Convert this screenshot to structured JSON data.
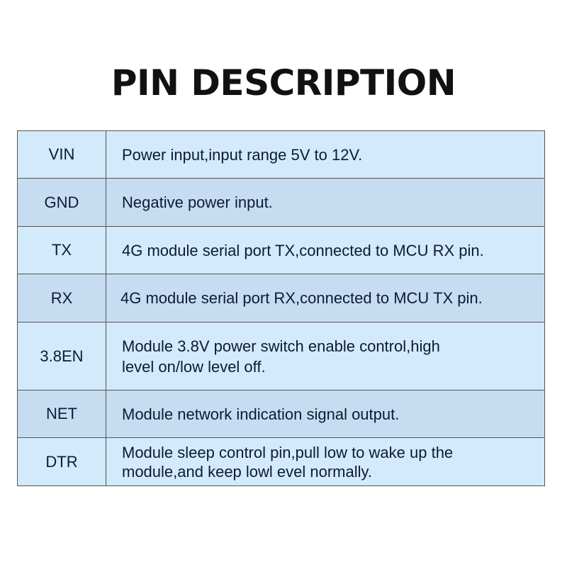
{
  "title": "PIN DESCRIPTION",
  "rows": [
    {
      "pin": "VIN",
      "desc": "Power input,input range 5V to 12V."
    },
    {
      "pin": "GND",
      "desc": "Negative power input."
    },
    {
      "pin": "TX",
      "desc": "4G module serial port TX,connected to MCU RX pin."
    },
    {
      "pin": "RX",
      "desc": "4G module serial port RX,connected to MCU TX pin."
    },
    {
      "pin": "3.8EN",
      "desc": "Module 3.8V power switch enable control,high",
      "desc2": "level on/low level off."
    },
    {
      "pin": "NET",
      "desc": "Module network indication signal output."
    },
    {
      "pin": "DTR",
      "desc": "Module sleep control pin,pull low to wake up the",
      "desc2": "module,and keep lowl evel normally."
    }
  ]
}
